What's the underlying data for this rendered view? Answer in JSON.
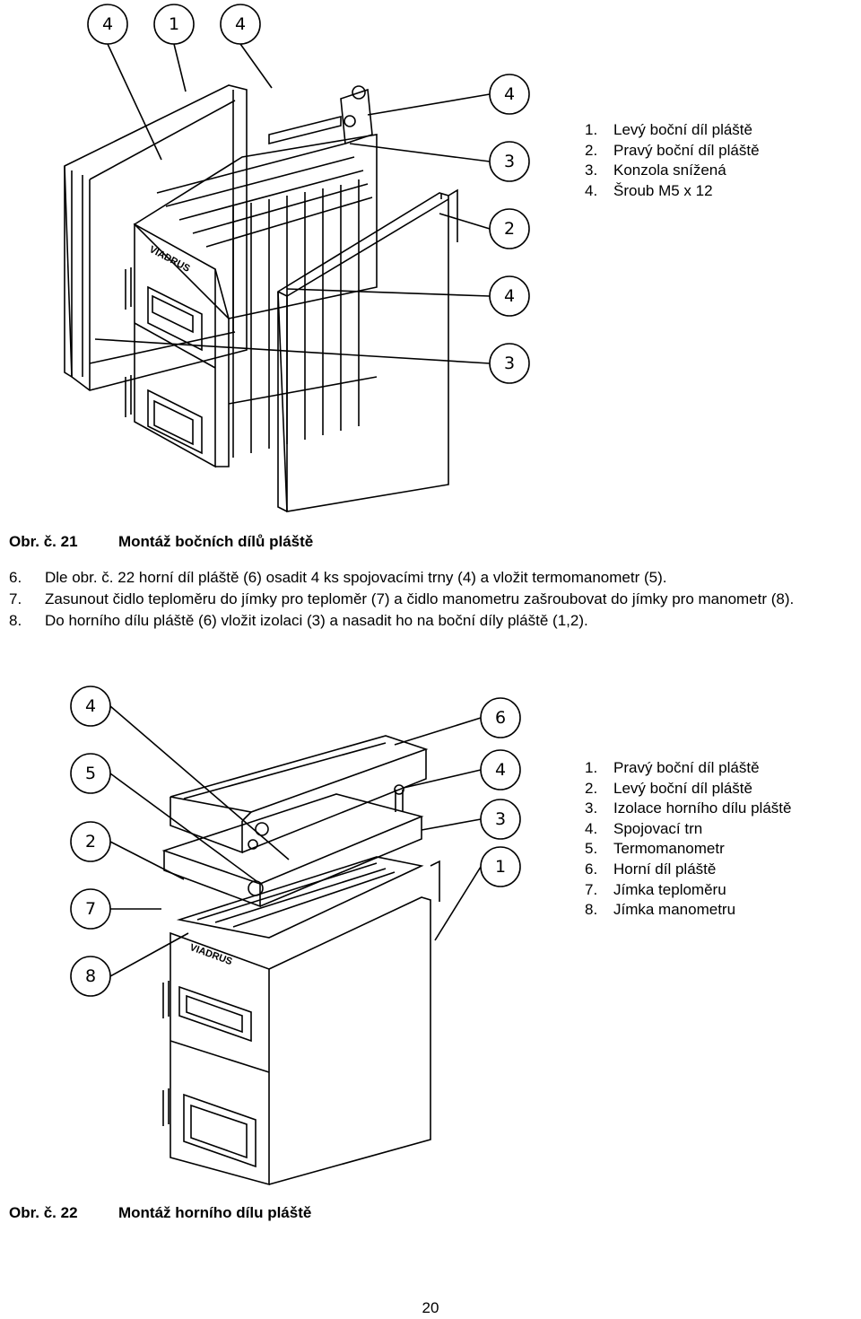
{
  "figure1": {
    "callouts_top": [
      "4",
      "1",
      "4"
    ],
    "callouts_right": [
      "4",
      "3",
      "2",
      "4",
      "3"
    ],
    "drawing_text": "VIADRUS",
    "legend": [
      {
        "num": "1.",
        "text": "Levý boční díl pláště"
      },
      {
        "num": "2.",
        "text": "Pravý boční díl pláště"
      },
      {
        "num": "3.",
        "text": "Konzola snížená"
      },
      {
        "num": "4.",
        "text": "Šroub M5 x 12"
      }
    ],
    "caption_number": "Obr. č. 21",
    "caption_title": "Montáž bočních dílů pláště"
  },
  "steps": [
    {
      "num": "6.",
      "text": "Dle obr. č. 22 horní díl pláště (6) osadit 4 ks spojovacími trny (4) a vložit termomanometr (5)."
    },
    {
      "num": "7.",
      "text": "Zasunout čidlo teploměru do jímky pro teploměr (7) a čidlo manometru zašroubovat do jímky pro manometr (8)."
    },
    {
      "num": "8.",
      "text": "Do horního dílu pláště (6) vložit izolaci (3) a nasadit ho na boční díly pláště (1,2)."
    }
  ],
  "figure2": {
    "callouts_left": [
      "4",
      "5",
      "2",
      "7",
      "8"
    ],
    "callouts_right": [
      "6",
      "4",
      "3",
      "1"
    ],
    "drawing_text": "VIADRUS",
    "legend": [
      {
        "num": "1.",
        "text": "Pravý boční díl pláště"
      },
      {
        "num": "2.",
        "text": "Levý boční díl pláště"
      },
      {
        "num": "3.",
        "text": "Izolace horního dílu pláště"
      },
      {
        "num": "4.",
        "text": "Spojovací trn"
      },
      {
        "num": "5.",
        "text": "Termomanometr"
      },
      {
        "num": "6.",
        "text": "Horní díl pláště"
      },
      {
        "num": "7.",
        "text": "Jímka teploměru"
      },
      {
        "num": "8.",
        "text": "Jímka manometru"
      }
    ],
    "caption_number": "Obr. č. 22",
    "caption_title": "Montáž horního dílu pláště"
  },
  "page_number": "20"
}
